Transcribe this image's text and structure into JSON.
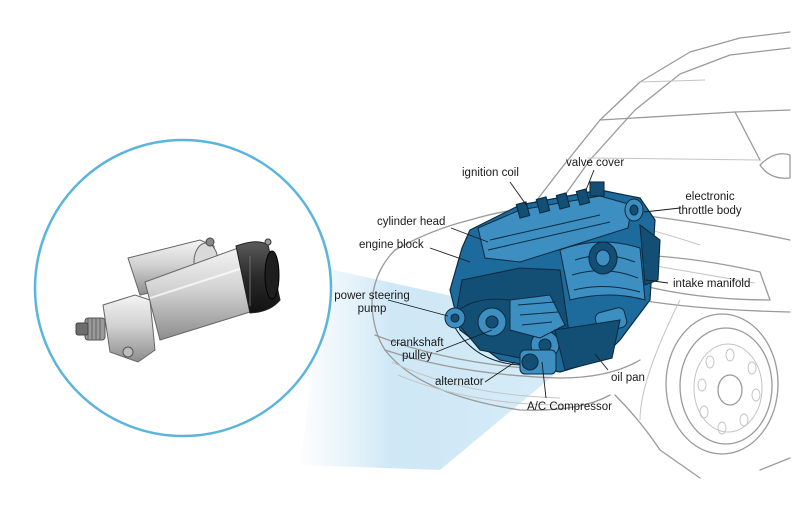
{
  "labels": {
    "ignition_coil": "ignition coil",
    "valve_cover": "valve cover",
    "electronic_throttle_body_1": "electronic",
    "electronic_throttle_body_2": "throttle body",
    "cylinder_head": "cylinder head",
    "engine_block": "engine block",
    "intake_manifold": "intake manifold",
    "power_steering_pump_1": "power steering",
    "power_steering_pump_2": "pump",
    "crankshaft_pulley_1": "crankshaft",
    "crankshaft_pulley_2": "pulley",
    "oil_pan": "oil pan",
    "alternator": "alternator",
    "ac_compressor": "A/C Compressor"
  },
  "colors": {
    "engine_blue": "#1d6b9c",
    "engine_outline": "#0b2b40",
    "circle_stroke": "#5bb4de",
    "car_line": "#9a9a9a"
  },
  "icons": {
    "starter_motor": "starter-motor-icon",
    "engine": "engine-icon",
    "car": "car-outline-icon"
  }
}
